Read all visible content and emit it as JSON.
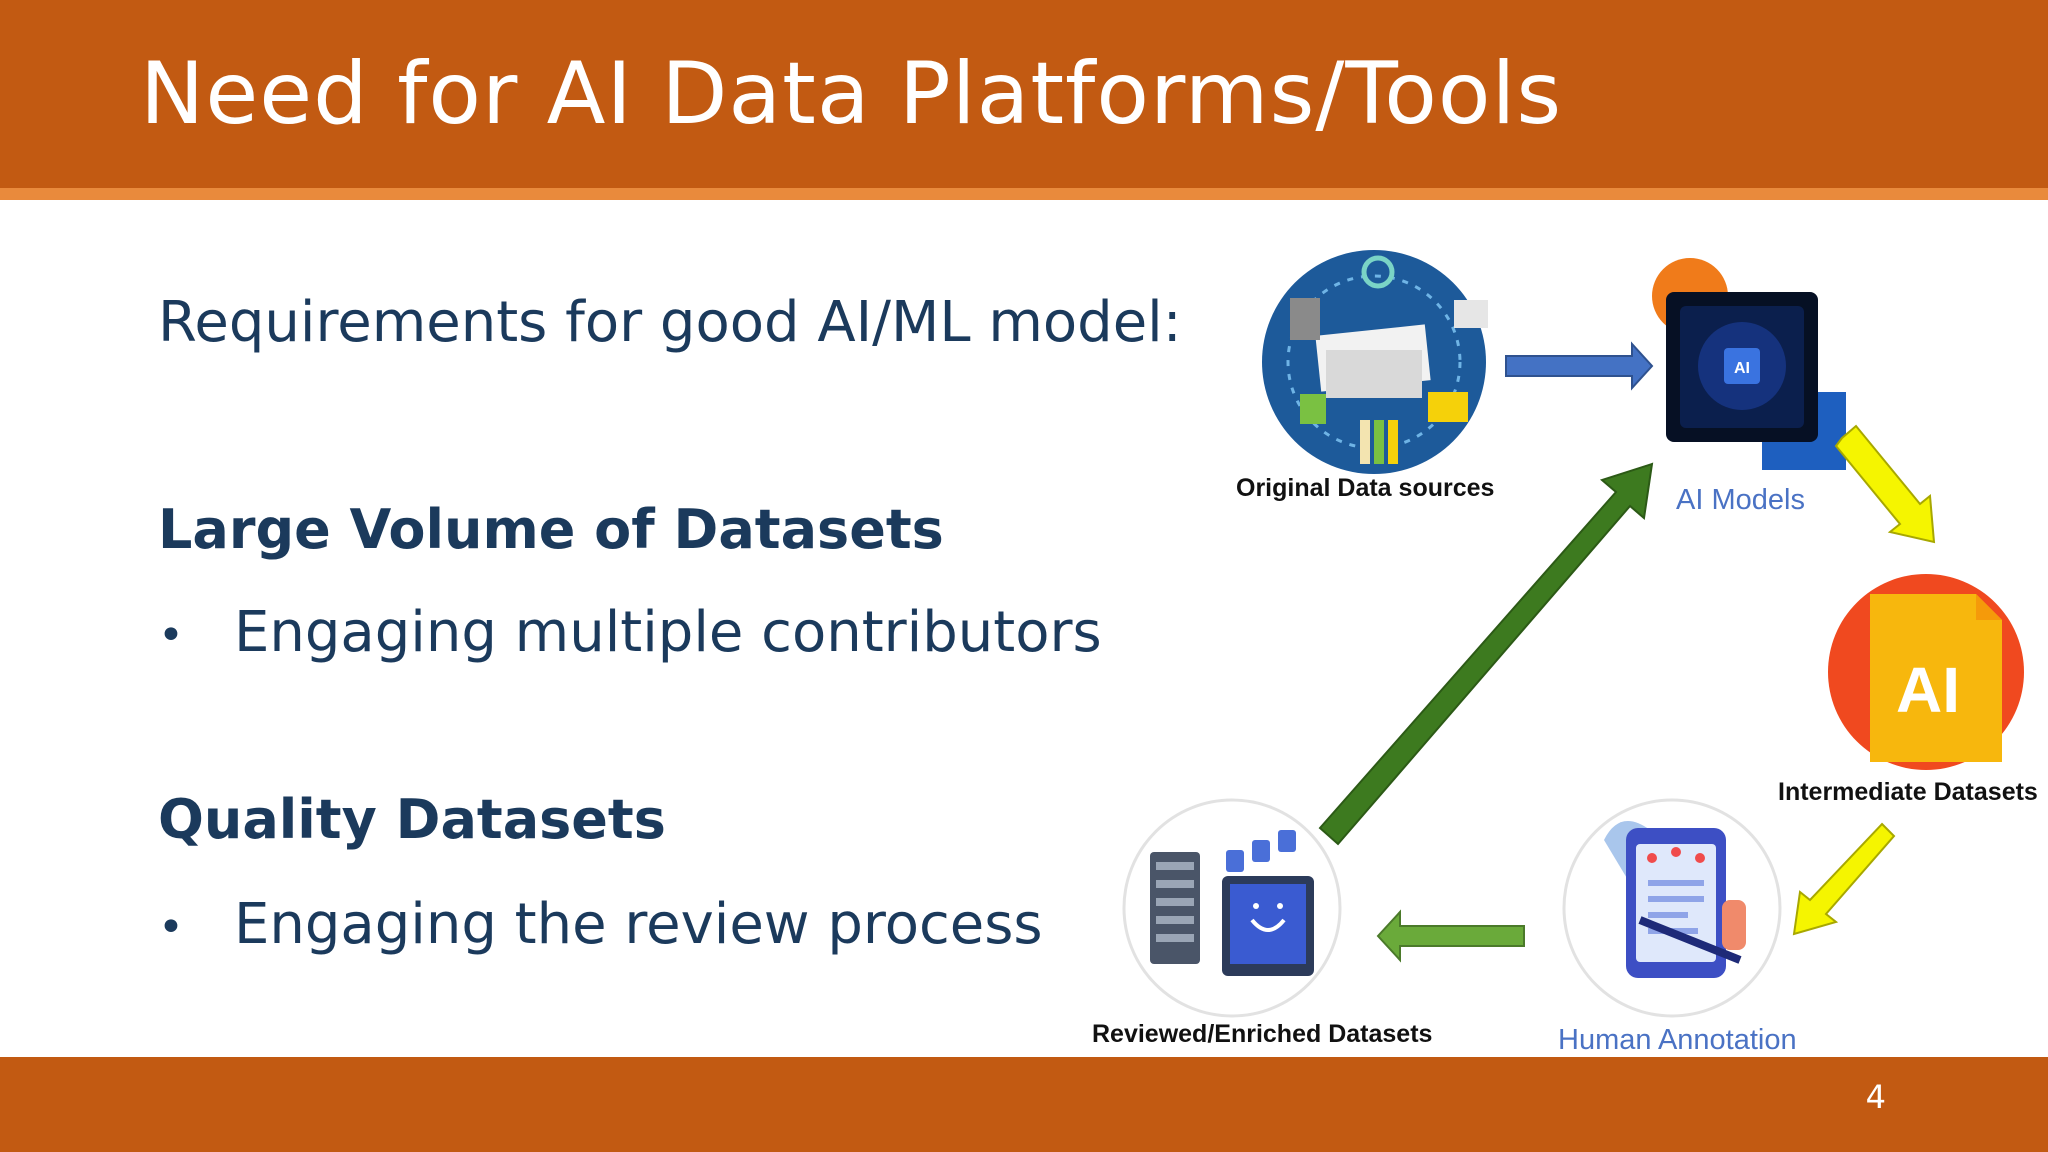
{
  "title": "Need for AI Data Platforms/Tools",
  "page_number": "4",
  "left": {
    "requirements": "Requirements for good AI/ML model:",
    "sections": [
      {
        "heading": "Large Volume of Datasets",
        "bullet": "Engaging multiple contributors"
      },
      {
        "heading": "Quality Datasets",
        "bullet": "Engaging the review process"
      }
    ],
    "bullet_symbol": "•"
  },
  "diagram": {
    "nodes": {
      "original": "Original Data sources",
      "models": "AI Models",
      "intermediate": "Intermediate Datasets",
      "annotation": "Human Annotation",
      "reviewed": "Reviewed/Enriched Datasets"
    },
    "ai_badge": "AI",
    "chip_text": "AI"
  },
  "colors": {
    "header": "#c25a12",
    "header_accent": "#e98a3c",
    "text_dark_blue": "#1b3a5c",
    "arrow_blue": "#4472c4",
    "arrow_yellow": "#f5f500",
    "arrow_green_dark": "#3d7a1f",
    "arrow_green_light": "#6aaa3a"
  }
}
